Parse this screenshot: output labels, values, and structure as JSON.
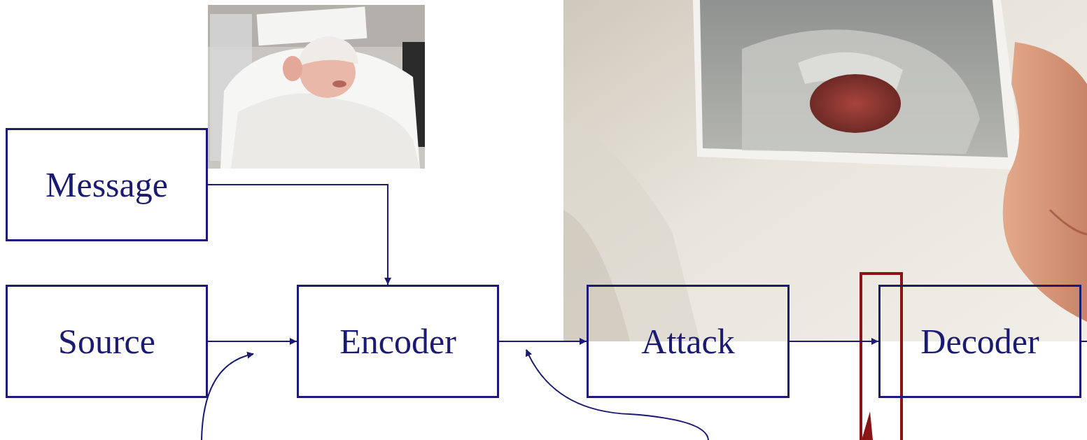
{
  "diagram": {
    "nodes": [
      {
        "text": [
          "Message"
        ]
      },
      {
        "text": [
          "Source"
        ]
      },
      {
        "text": [
          "Encoder"
        ]
      },
      {
        "text": [
          "Attack"
        ]
      },
      {
        "text": [
          "Decoder"
        ]
      }
    ],
    "edges": [
      {
        "from": 0,
        "to": 2,
        "arrow": "to"
      },
      {
        "from": 1,
        "to": 2,
        "arrow": "to"
      },
      {
        "from": 2,
        "to": 3,
        "arrow": "to"
      },
      {
        "from": 3,
        "to": 4,
        "arrow": "to"
      }
    ]
  }
}
